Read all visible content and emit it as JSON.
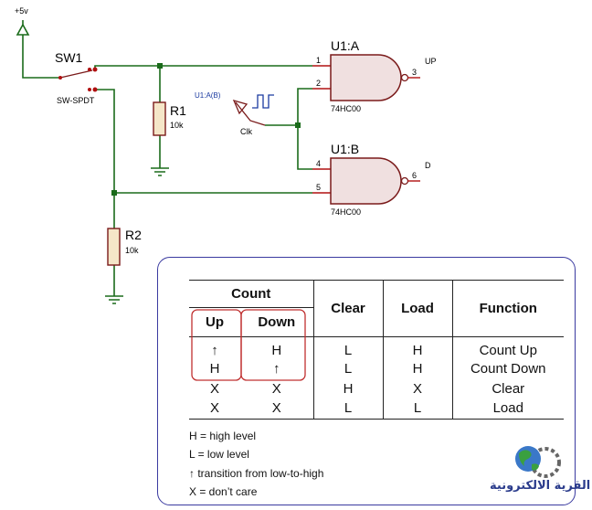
{
  "schematic": {
    "supply_label": "+5v",
    "switch": {
      "ref": "SW1",
      "type": "SW-SPDT"
    },
    "r1": {
      "ref": "R1",
      "value": "10k"
    },
    "r2": {
      "ref": "R2",
      "value": "10k"
    },
    "gate_a": {
      "ref": "U1:A",
      "part": "74HC00",
      "pin_in1": "1",
      "pin_in2": "2",
      "pin_out": "3",
      "out_label": "UP"
    },
    "gate_b": {
      "ref": "U1:B",
      "part": "74HC00",
      "pin_in1": "4",
      "pin_in2": "5",
      "pin_out": "6",
      "out_label": "D"
    },
    "clock": {
      "ref": "U1:A(B)",
      "label": "Clk"
    },
    "colors": {
      "wire": "#1a6b1a",
      "pin": "#b01010",
      "component": "#7a1a1a",
      "gate_fill": "#f0e0e0",
      "resistor_fill": "#f5e6c8",
      "node": "#1a6b1a"
    }
  },
  "truth_table": {
    "headers": {
      "count": "Count",
      "up": "Up",
      "down": "Down",
      "clear": "Clear",
      "load": "Load",
      "function": "Function"
    },
    "rows": [
      {
        "up": "↑",
        "down": "H",
        "clear": "L",
        "load": "H",
        "function": "Count Up"
      },
      {
        "up": "H",
        "down": "↑",
        "clear": "L",
        "load": "H",
        "function": "Count Down"
      },
      {
        "up": "X",
        "down": "X",
        "clear": "H",
        "load": "X",
        "function": "Clear"
      },
      {
        "up": "X",
        "down": "X",
        "clear": "L",
        "load": "L",
        "function": "Load"
      }
    ],
    "highlight_color": "#c03030",
    "border_color": "#3a3aa0"
  },
  "legend": [
    "H = high level",
    "L = low level",
    "↑ transition from low-to-high",
    "X = don’t care"
  ],
  "logo": {
    "text": "القرية الالكترونية",
    "icon": "globe-gear-icon"
  }
}
